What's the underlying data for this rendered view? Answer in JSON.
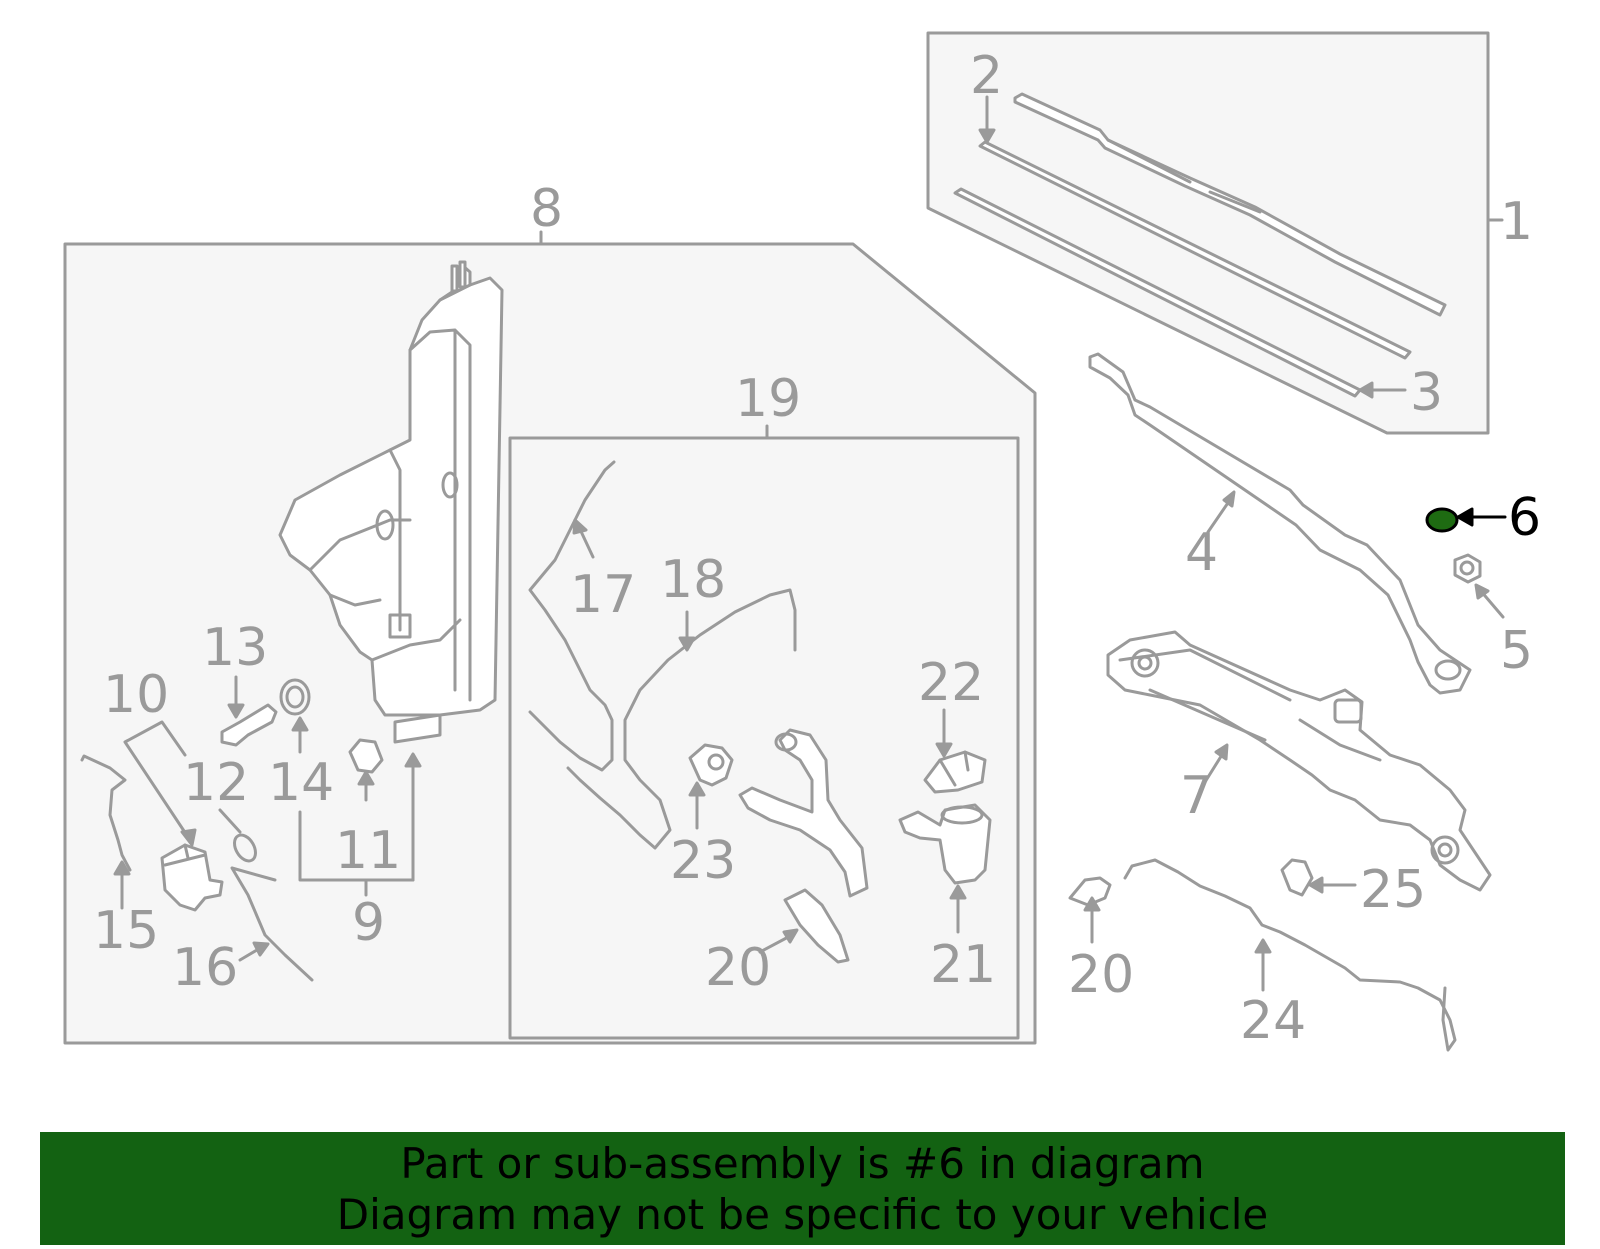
{
  "colors": {
    "line": "#9a9a9a",
    "box_fill": "#f6f6f6",
    "highlight": "#1e6b12",
    "banner": "#136212"
  },
  "callouts": [
    {
      "id": "1",
      "text": "1"
    },
    {
      "id": "2",
      "text": "2"
    },
    {
      "id": "3",
      "text": "3"
    },
    {
      "id": "4",
      "text": "4"
    },
    {
      "id": "5",
      "text": "5"
    },
    {
      "id": "6",
      "text": "6",
      "highlighted": true
    },
    {
      "id": "7",
      "text": "7"
    },
    {
      "id": "8",
      "text": "8"
    },
    {
      "id": "9",
      "text": "9"
    },
    {
      "id": "10",
      "text": "10"
    },
    {
      "id": "11",
      "text": "11"
    },
    {
      "id": "12",
      "text": "12"
    },
    {
      "id": "13",
      "text": "13"
    },
    {
      "id": "14",
      "text": "14"
    },
    {
      "id": "15",
      "text": "15"
    },
    {
      "id": "16",
      "text": "16"
    },
    {
      "id": "17",
      "text": "17"
    },
    {
      "id": "18",
      "text": "18"
    },
    {
      "id": "19",
      "text": "19"
    },
    {
      "id": "20a",
      "text": "20"
    },
    {
      "id": "20b",
      "text": "20"
    },
    {
      "id": "21",
      "text": "21"
    },
    {
      "id": "22",
      "text": "22"
    },
    {
      "id": "23",
      "text": "23"
    },
    {
      "id": "24",
      "text": "24"
    },
    {
      "id": "25",
      "text": "25"
    }
  ],
  "banner": {
    "line1": "Part or sub-assembly is #6 in diagram",
    "line2": "Diagram may not be specific to your vehicle"
  }
}
